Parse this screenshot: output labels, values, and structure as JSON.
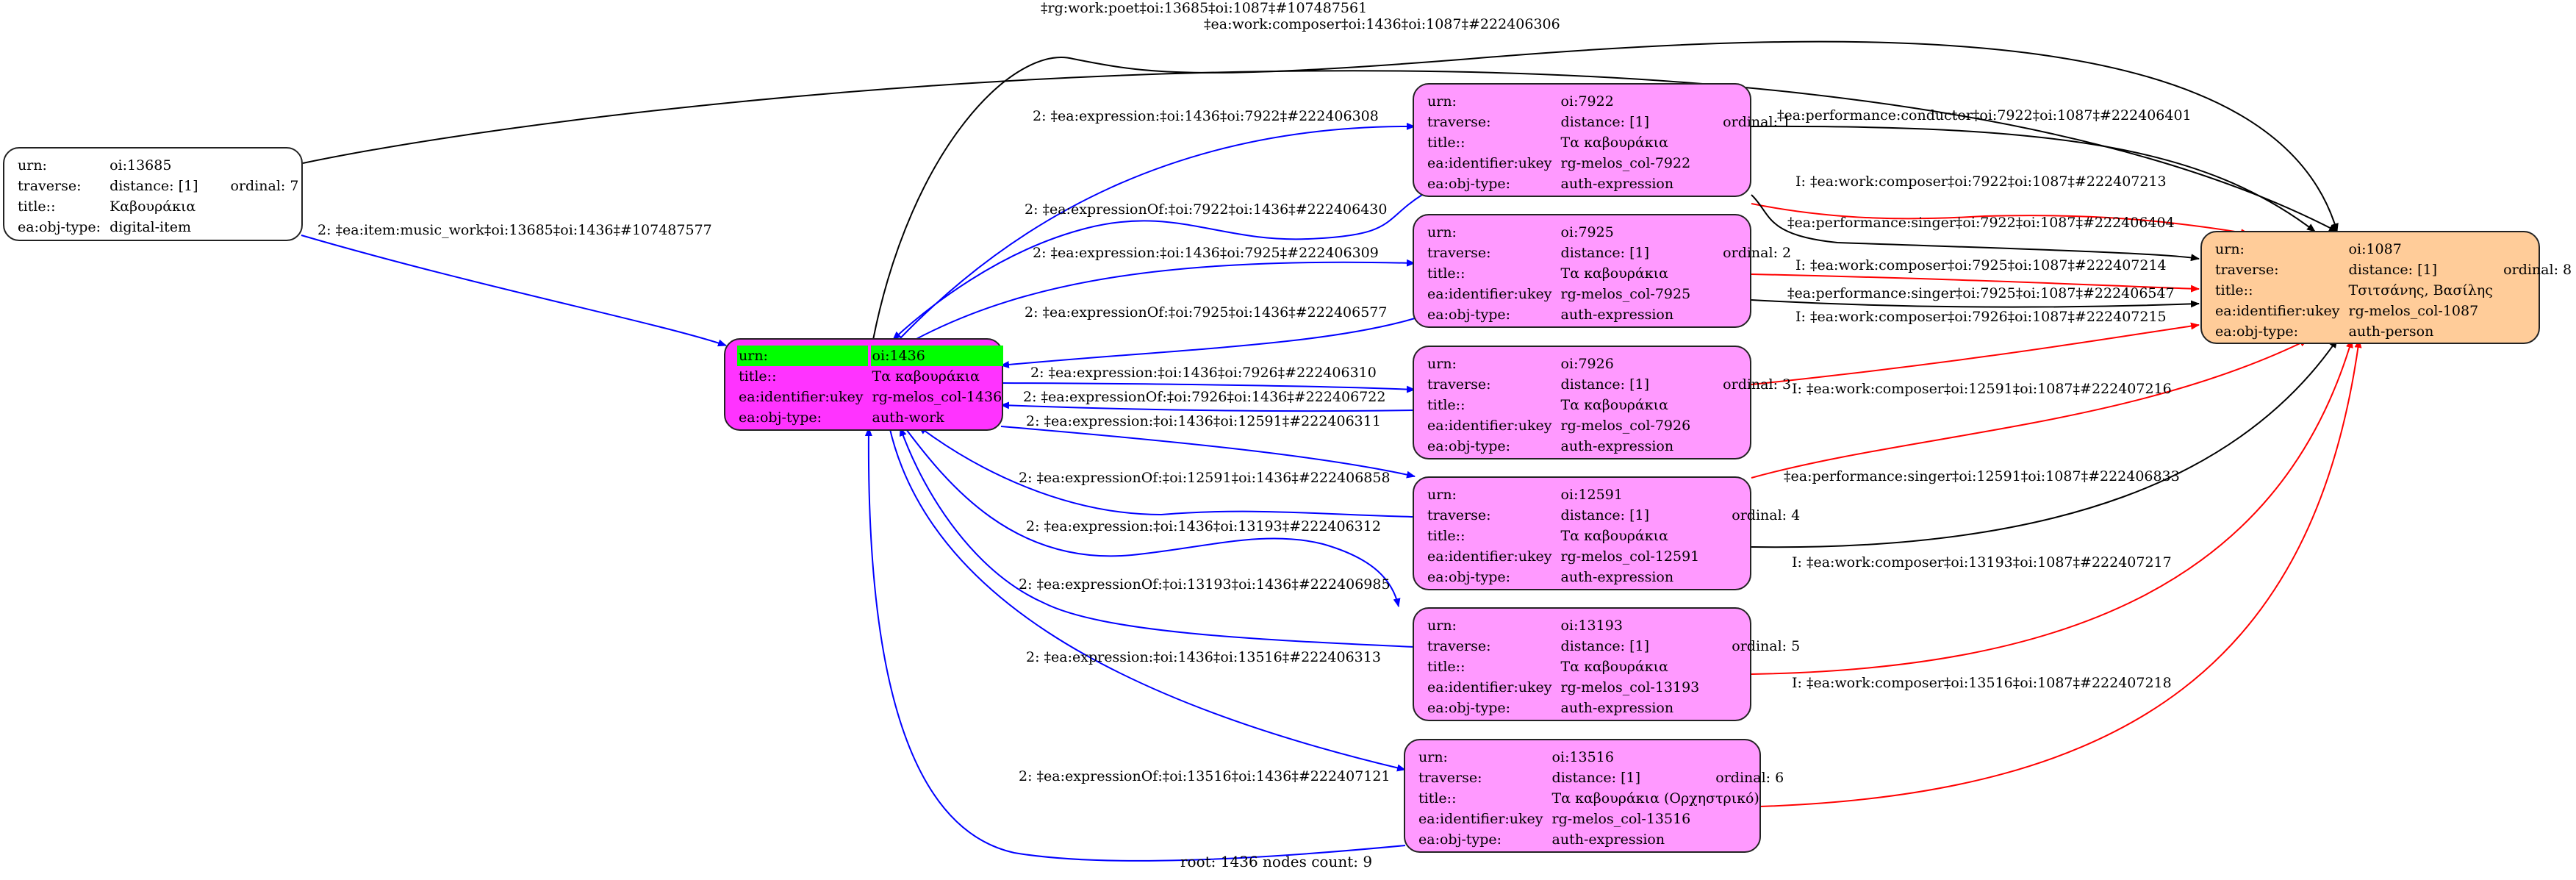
{
  "graph": {
    "footer": "root: 1436 nodes count: 9",
    "colors": {
      "root_fill": "#ff33ff",
      "expression_fill": "#ff99ff",
      "person_fill": "#ffcc99",
      "item_fill": "#ffffff",
      "root_highlight": "#00ff00",
      "edge_blue": "#0000ff",
      "edge_red": "#ff0000",
      "edge_black": "#000000"
    },
    "nodes": {
      "item_13685": {
        "urn_key": "urn:",
        "urn": "oi:13685",
        "traverse_key": "traverse:",
        "distance": "distance: [1]",
        "ordinal": "ordinal: 7",
        "title_key": "title::",
        "title": "Καβουράκια",
        "type_key": "ea:obj-type:",
        "type": "digital-item"
      },
      "root_1436": {
        "urn_key": "urn:",
        "urn": "oi:1436",
        "title_key": "title::",
        "title": "Τα καβουράκια",
        "ukey_key": "ea:identifier:ukey",
        "ukey": "rg-melos_col-1436",
        "type_key": "ea:obj-type:",
        "type": "auth-work"
      },
      "expr_7922": {
        "urn_key": "urn:",
        "urn": "oi:7922",
        "traverse_key": "traverse:",
        "distance": "distance: [1]",
        "ordinal": "ordinal: 1",
        "title_key": "title::",
        "title": "Τα καβουράκια",
        "ukey_key": "ea:identifier:ukey",
        "ukey": "rg-melos_col-7922",
        "type_key": "ea:obj-type:",
        "type": "auth-expression"
      },
      "expr_7925": {
        "urn_key": "urn:",
        "urn": "oi:7925",
        "traverse_key": "traverse:",
        "distance": "distance: [1]",
        "ordinal": "ordinal: 2",
        "title_key": "title::",
        "title": "Τα καβουράκια",
        "ukey_key": "ea:identifier:ukey",
        "ukey": "rg-melos_col-7925",
        "type_key": "ea:obj-type:",
        "type": "auth-expression"
      },
      "expr_7926": {
        "urn_key": "urn:",
        "urn": "oi:7926",
        "traverse_key": "traverse:",
        "distance": "distance: [1]",
        "ordinal": "ordinal: 3",
        "title_key": "title::",
        "title": "Τα καβουράκια",
        "ukey_key": "ea:identifier:ukey",
        "ukey": "rg-melos_col-7926",
        "type_key": "ea:obj-type:",
        "type": "auth-expression"
      },
      "expr_12591": {
        "urn_key": "urn:",
        "urn": "oi:12591",
        "traverse_key": "traverse:",
        "distance": "distance: [1]",
        "ordinal": "ordinal: 4",
        "title_key": "title::",
        "title": "Τα καβουράκια",
        "ukey_key": "ea:identifier:ukey",
        "ukey": "rg-melos_col-12591",
        "type_key": "ea:obj-type:",
        "type": "auth-expression"
      },
      "expr_13193": {
        "urn_key": "urn:",
        "urn": "oi:13193",
        "traverse_key": "traverse:",
        "distance": "distance: [1]",
        "ordinal": "ordinal: 5",
        "title_key": "title::",
        "title": "Τα καβουράκια",
        "ukey_key": "ea:identifier:ukey",
        "ukey": "rg-melos_col-13193",
        "type_key": "ea:obj-type:",
        "type": "auth-expression"
      },
      "expr_13516": {
        "urn_key": "urn:",
        "urn": "oi:13516",
        "traverse_key": "traverse:",
        "distance": "distance: [1]",
        "ordinal": "ordinal: 6",
        "title_key": "title::",
        "title": "Τα καβουράκια (Ορχηστρικό)",
        "ukey_key": "ea:identifier:ukey",
        "ukey": "rg-melos_col-13516",
        "type_key": "ea:obj-type:",
        "type": "auth-expression"
      },
      "person_1087": {
        "urn_key": "urn:",
        "urn": "oi:1087",
        "traverse_key": "traverse:",
        "distance": "distance: [1]",
        "ordinal": "ordinal: 8",
        "title_key": "title::",
        "title": "Τσιτσάνης, Βασίλης",
        "ukey_key": "ea:identifier:ukey",
        "ukey": "rg-melos_col-1087",
        "type_key": "ea:obj-type:",
        "type": "auth-person"
      }
    },
    "edges": [
      {
        "id": "e0",
        "from": "item_13685",
        "to": "person_1087",
        "color": "black",
        "label": "‡rg:work:poet‡oi:13685‡oi:1087‡#107487561"
      },
      {
        "id": "e1",
        "from": "root_1436",
        "to": "person_1087",
        "color": "black",
        "label": "‡ea:work:composer‡oi:1436‡oi:1087‡#222406306"
      },
      {
        "id": "e2",
        "from": "item_13685",
        "to": "root_1436",
        "color": "blue",
        "label": "2: ‡ea:item:music_work‡oi:13685‡oi:1436‡#107487577"
      },
      {
        "id": "e3",
        "from": "root_1436",
        "to": "expr_7922",
        "color": "blue",
        "label": "2: ‡ea:expression:‡oi:1436‡oi:7922‡#222406308"
      },
      {
        "id": "e4",
        "from": "expr_7922",
        "to": "root_1436",
        "color": "blue",
        "label": "2: ‡ea:expressionOf:‡oi:7922‡oi:1436‡#222406430"
      },
      {
        "id": "e5",
        "from": "root_1436",
        "to": "expr_7925",
        "color": "blue",
        "label": "2: ‡ea:expression:‡oi:1436‡oi:7925‡#222406309"
      },
      {
        "id": "e6",
        "from": "expr_7925",
        "to": "root_1436",
        "color": "blue",
        "label": "2: ‡ea:expressionOf:‡oi:7925‡oi:1436‡#222406577"
      },
      {
        "id": "e7",
        "from": "root_1436",
        "to": "expr_7926",
        "color": "blue",
        "label": "2: ‡ea:expression:‡oi:1436‡oi:7926‡#222406310"
      },
      {
        "id": "e8",
        "from": "expr_7926",
        "to": "root_1436",
        "color": "blue",
        "label": "2: ‡ea:expressionOf:‡oi:7926‡oi:1436‡#222406722"
      },
      {
        "id": "e9",
        "from": "root_1436",
        "to": "expr_12591",
        "color": "blue",
        "label": "2: ‡ea:expression:‡oi:1436‡oi:12591‡#222406311"
      },
      {
        "id": "e10",
        "from": "expr_12591",
        "to": "root_1436",
        "color": "blue",
        "label": "2: ‡ea:expressionOf:‡oi:12591‡oi:1436‡#222406858"
      },
      {
        "id": "e11",
        "from": "root_1436",
        "to": "expr_13193",
        "color": "blue",
        "label": "2: ‡ea:expression:‡oi:1436‡oi:13193‡#222406312"
      },
      {
        "id": "e12",
        "from": "expr_13193",
        "to": "root_1436",
        "color": "blue",
        "label": "2: ‡ea:expressionOf:‡oi:13193‡oi:1436‡#222406985"
      },
      {
        "id": "e13",
        "from": "root_1436",
        "to": "expr_13516",
        "color": "blue",
        "label": "2: ‡ea:expression:‡oi:1436‡oi:13516‡#222406313"
      },
      {
        "id": "e14",
        "from": "expr_13516",
        "to": "root_1436",
        "color": "blue",
        "label": "2: ‡ea:expressionOf:‡oi:13516‡oi:1436‡#222407121"
      },
      {
        "id": "e15",
        "from": "expr_7922",
        "to": "person_1087",
        "color": "black",
        "label": "‡ea:performance:conductor‡oi:7922‡oi:1087‡#222406401"
      },
      {
        "id": "e16",
        "from": "expr_7922",
        "to": "person_1087",
        "color": "red",
        "label": "I: ‡ea:work:composer‡oi:7922‡oi:1087‡#222407213"
      },
      {
        "id": "e17",
        "from": "expr_7922",
        "to": "person_1087",
        "color": "black",
        "label": "‡ea:performance:singer‡oi:7922‡oi:1087‡#222406404"
      },
      {
        "id": "e18",
        "from": "expr_7925",
        "to": "person_1087",
        "color": "red",
        "label": "I: ‡ea:work:composer‡oi:7925‡oi:1087‡#222407214"
      },
      {
        "id": "e19",
        "from": "expr_7925",
        "to": "person_1087",
        "color": "black",
        "label": "‡ea:performance:singer‡oi:7925‡oi:1087‡#222406547"
      },
      {
        "id": "e20",
        "from": "expr_7926",
        "to": "person_1087",
        "color": "red",
        "label": "I: ‡ea:work:composer‡oi:7926‡oi:1087‡#222407215"
      },
      {
        "id": "e21",
        "from": "expr_12591",
        "to": "person_1087",
        "color": "red",
        "label": "I: ‡ea:work:composer‡oi:12591‡oi:1087‡#222407216"
      },
      {
        "id": "e22",
        "from": "expr_12591",
        "to": "person_1087",
        "color": "black",
        "label": "‡ea:performance:singer‡oi:12591‡oi:1087‡#222406833"
      },
      {
        "id": "e23",
        "from": "expr_13193",
        "to": "person_1087",
        "color": "red",
        "label": "I: ‡ea:work:composer‡oi:13193‡oi:1087‡#222407217"
      },
      {
        "id": "e24",
        "from": "expr_13516",
        "to": "person_1087",
        "color": "red",
        "label": "I: ‡ea:work:composer‡oi:13516‡oi:1087‡#222407218"
      }
    ]
  }
}
